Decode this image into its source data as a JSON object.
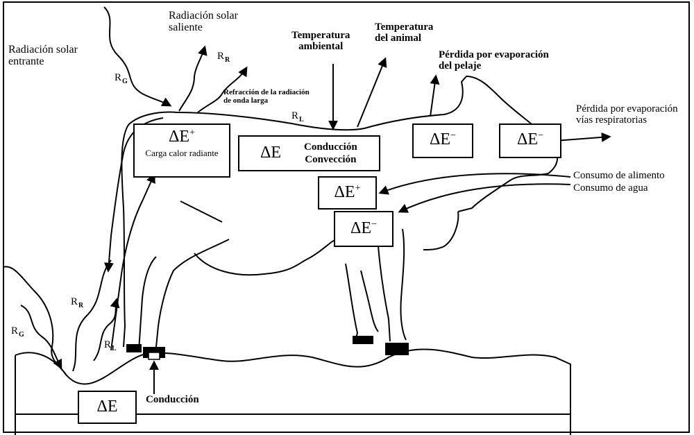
{
  "labels": {
    "rad_entrante": "Radiación solar\nentrante",
    "rad_saliente": "Radiación solar\nsaliente",
    "temp_ambiental": "Temperatura\nambiental",
    "temp_animal": "Temperatura\ndel animal",
    "perdida_pelaje": "Pérdida por evaporación\ndel pelaje",
    "refraccion": "Refracción de la radiación\nde onda larga",
    "perdida_respiratorias": "Pérdida por evaporación\nvías respiratorias",
    "consumo_alimento": "Consumo de alimento",
    "consumo_agua": "Consumo de agua",
    "conduccion_ground": "Conducción"
  },
  "symbols": {
    "R_G_top": "R",
    "R_G_top_sub": "G",
    "R_R_top": "R",
    "R_R_top_sub": "R",
    "R_L_top": "R",
    "R_L_top_sub": "L",
    "R_R_low": "R",
    "R_R_low_sub": "R",
    "R_G_low": "R",
    "R_G_low_sub": "G",
    "R_L_low": "R",
    "R_L_low_sub": "L"
  },
  "boxes": {
    "radiant": {
      "delta": "ΔE",
      "sign": "+",
      "caption": "Carga calor radiante"
    },
    "conduction": {
      "delta": "ΔE",
      "line1": "Conducción",
      "line2": "Convección"
    },
    "back": {
      "delta": "ΔE",
      "sign": "−"
    },
    "head": {
      "delta": "ΔE",
      "sign": "−"
    },
    "food": {
      "delta": "ΔE",
      "sign": "+"
    },
    "water": {
      "delta": "ΔE",
      "sign": "−"
    },
    "ground": {
      "delta": "ΔE"
    }
  }
}
